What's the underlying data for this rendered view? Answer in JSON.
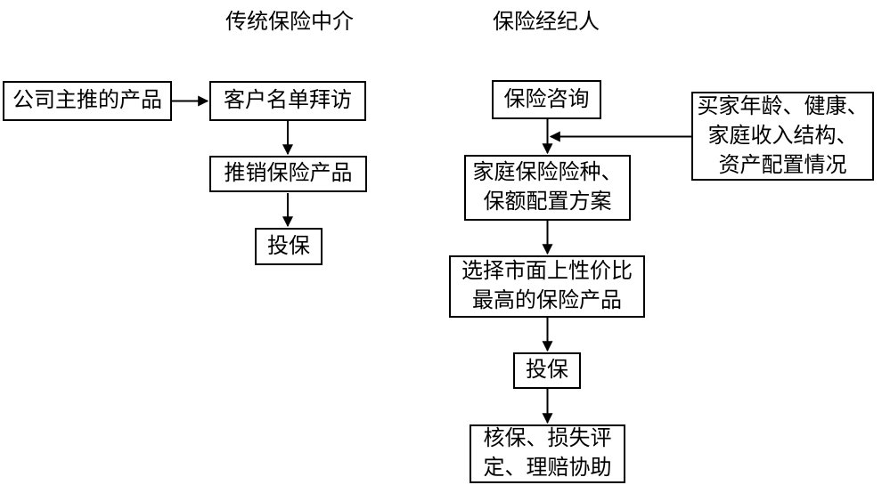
{
  "colors": {
    "background": "#ffffff",
    "border": "#000000",
    "text": "#000000"
  },
  "headers": {
    "traditional": "传统保险中介",
    "broker": "保险经纪人"
  },
  "nodes": {
    "company_products": {
      "line1": "公司主推的产品"
    },
    "client_visit": {
      "line1": "客户名单拜访"
    },
    "promote_products": {
      "line1": "推销保险产品"
    },
    "apply_traditional": {
      "line1": "投保"
    },
    "consult": {
      "line1": "保险咨询"
    },
    "family_plan": {
      "line1": "家庭保险险种、",
      "line2": "保额配置方案"
    },
    "select_best": {
      "line1": "选择市面上性价比",
      "line2": "最高的保险产品"
    },
    "apply_broker": {
      "line1": "投保"
    },
    "claims_assist": {
      "line1": "核保、损失评",
      "line2": "定、理赔协助"
    },
    "buyer_profile": {
      "line1": "买家年龄、健康、",
      "line2": "家庭收入结构、",
      "line3": "资产配置情况"
    }
  }
}
